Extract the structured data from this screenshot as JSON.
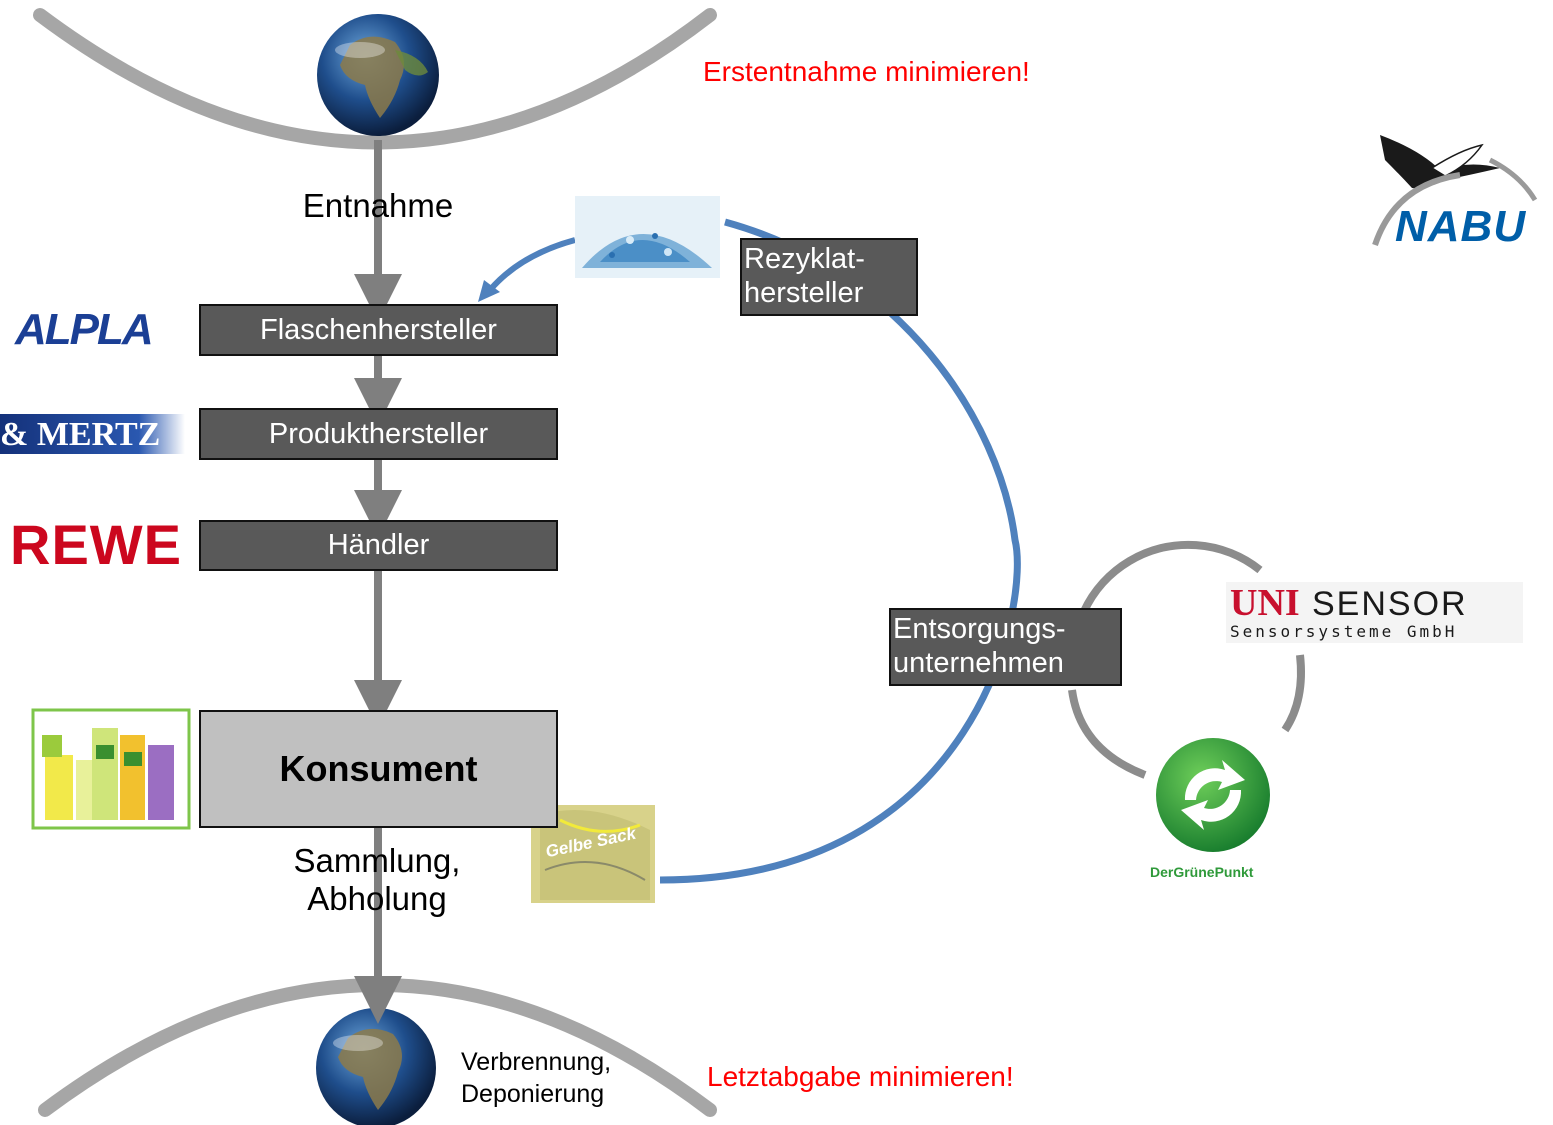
{
  "top": {
    "step_label": "Entnahme",
    "warning": "Erstentnahme minimieren!"
  },
  "chain": {
    "box1": "Flaschenhersteller",
    "box2": "Produkthersteller",
    "box3": "Händler",
    "consumer": "Konsument"
  },
  "collection": {
    "line1": "Sammlung,",
    "line2": "Abholung"
  },
  "bottom": {
    "disposal_line1": "Verbrennung,",
    "disposal_line2": "Deponierung",
    "warning": "Letztabgabe minimieren!"
  },
  "recycling": {
    "recycler_line1": "Rezyklat-",
    "recycler_line2": "hersteller",
    "disposal_company_line1": "Entsorgungs-",
    "disposal_company_line2": "unternehmen"
  },
  "logos": {
    "alpla": "ALPLA",
    "mertz": "& MERTZ",
    "rewe": "REWE",
    "nabu": "NABU",
    "unisensor_main_a": "UNI",
    "unisensor_main_b": "SENSOR",
    "unisensor_sub": "Sensorsysteme GmbH",
    "gruener_punkt": "DerGrünePunkt",
    "gelbe_sack": "Gelbe Sack"
  },
  "colors": {
    "gray_arc": "#a6a6a6",
    "arrow_gray": "#7f7f7f",
    "recycle_blue": "#4f81bd",
    "box_dark": "#595959",
    "box_light": "#c0c0c0",
    "warning_red": "#ff0000",
    "alpla_blue": "#1b3f95",
    "rewe_red": "#cc071e",
    "nabu_blue": "#005ea8",
    "green": "#2f9a3a"
  }
}
